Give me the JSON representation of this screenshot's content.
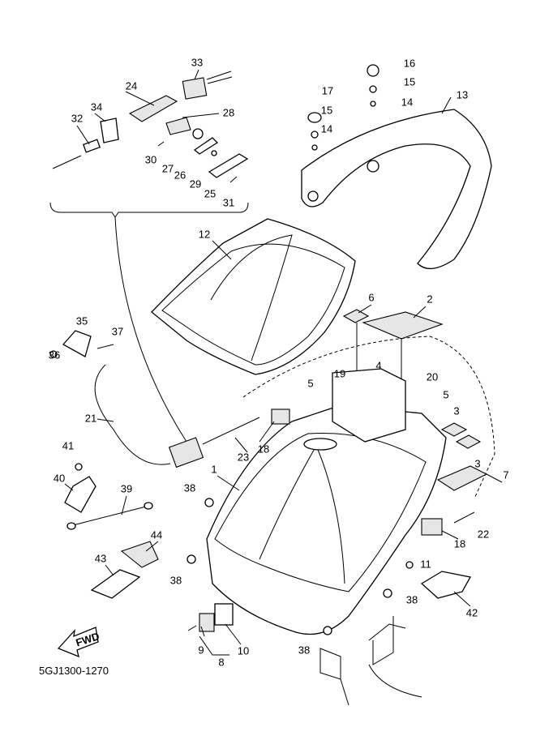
{
  "diagram_code": "5GJ1300-1270",
  "fwd_label": "FWD",
  "fwd_icon": "fwd-arrow-icon",
  "callouts": [
    "33",
    "16",
    "24",
    "15",
    "17",
    "13",
    "34",
    "28",
    "15",
    "14",
    "32",
    "14",
    "30",
    "27",
    "26",
    "29",
    "25",
    "31",
    "12",
    "6",
    "2",
    "35",
    "37",
    "4",
    "19",
    "20",
    "36",
    "5",
    "5",
    "3",
    "21",
    "18",
    "23",
    "1",
    "3",
    "41",
    "7",
    "40",
    "39",
    "38",
    "22",
    "18",
    "44",
    "43",
    "11",
    "38",
    "38",
    "42",
    "9",
    "10",
    "8",
    "38"
  ]
}
